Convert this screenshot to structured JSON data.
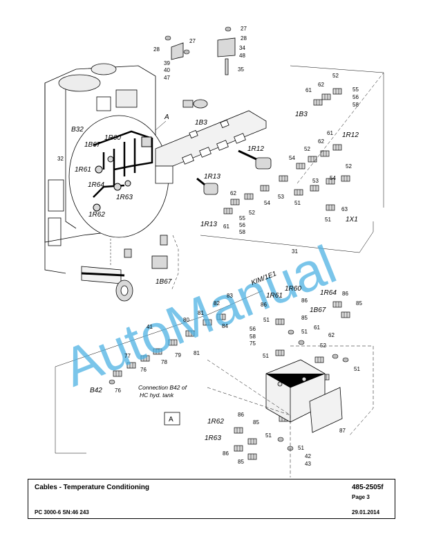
{
  "watermark": "AutoManual",
  "title_block": {
    "title": "Cables - Temperature Conditioning",
    "doc_number": "485-2505f",
    "page": "Page 3",
    "model": "PC 3000-6 SN:46 243",
    "date": "29.01.2014"
  },
  "diagram": {
    "view_marker_top": "A",
    "view_marker_box": "A",
    "connection_note_line1": "Connection B42 of",
    "connection_note_line2": "HC hyd. tank",
    "tags": {
      "B32": "B32",
      "1B67a": "1B67",
      "1R60a": "1R60",
      "1R61a": "1R61",
      "1R64": "1R64",
      "1R63a": "1R63",
      "1R62a": "1R62",
      "1B3a": "1B3",
      "1B3b": "1B3",
      "1R12a": "1R12",
      "1R12b": "1R12",
      "1R13a": "1R13",
      "1R13b": "1R13",
      "1X1": "1X1",
      "1B67b": "1B67",
      "KIM1E1": "KIM/1E1",
      "B42": "B42",
      "1R61b": "1R61",
      "1R60b": "1R60",
      "1R64b": "1R64",
      "1B67c": "1B67",
      "1R62b": "1R62",
      "1R63b": "1R63"
    },
    "callouts": {
      "c27a": "27",
      "c27b": "27",
      "c28a": "28",
      "c28b": "28",
      "c34": "34",
      "c48": "48",
      "c35": "35",
      "c39": "39",
      "c40": "40",
      "c47": "47",
      "c52a": "52",
      "c61a": "61",
      "c62a": "62",
      "c55a": "55",
      "c56a": "56",
      "c58a": "58",
      "c61b": "61",
      "c62b": "62",
      "c52b": "52",
      "c54a": "54",
      "c52c": "52",
      "c54b": "54",
      "c53a": "53",
      "c53b": "53",
      "c51a": "51",
      "c51b": "51",
      "c63": "63",
      "c62c": "62",
      "c52d": "52",
      "c54c": "54",
      "c61c": "61",
      "c55b": "55",
      "c56b": "56",
      "c58b": "58",
      "c32": "32",
      "c31": "31",
      "c41": "41",
      "c83": "83",
      "c82": "82",
      "c81a": "81",
      "c84": "84",
      "c80": "80",
      "c81b": "81",
      "c79": "79",
      "c78": "78",
      "c77": "77",
      "c76a": "76",
      "c76b": "76",
      "c86a": "86",
      "c86b": "86",
      "c86c": "86",
      "c85a": "85",
      "c85b": "85",
      "c51c": "51",
      "c51d": "51",
      "c51e": "51",
      "c56c": "56",
      "c58c": "58",
      "c75": "75",
      "c61d": "61",
      "c62d": "62",
      "c52e": "52",
      "c51f": "51",
      "c87": "87",
      "c86d": "86",
      "c85c": "85",
      "c51g": "51",
      "c86e": "86",
      "c85d": "85",
      "c51h": "51",
      "c42": "42",
      "c43": "43"
    }
  },
  "colors": {
    "watermark": "#4db1e3",
    "line": "#000000",
    "part_fill": "#d9d9d9"
  }
}
